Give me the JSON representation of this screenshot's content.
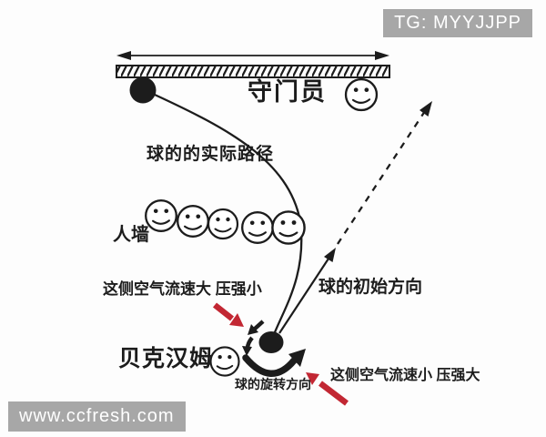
{
  "colors": {
    "accent_red": "#c22733",
    "ink": "#1c1c1c",
    "watermark_bg": "#a7a7a7",
    "watermark_text": "#ffffff",
    "background": "#fdfdfd"
  },
  "watermarks": {
    "top_right": "TG: MYYJJPP",
    "bottom_left": "www.ccfresh.com"
  },
  "diagram": {
    "goalkeeper_label": "守门员",
    "actual_path_label": "球的的实际路径",
    "wall_label": "人墙",
    "low_pressure_label": "这侧空气流速大 压强小",
    "initial_direction_label": "球的初始方向",
    "beckham_label": "贝克汉姆",
    "spin_label": "球的旋转方向",
    "high_pressure_label": "这侧空气流速小 压强大",
    "wall_player_count": 5,
    "icons": {
      "smiley": "smiley-face",
      "goal": "hatched-bar",
      "goal_width": "double-headed-arrow",
      "ball": "filled-circle",
      "spin": "curved-arrow",
      "pressure": "red-arrow"
    }
  }
}
